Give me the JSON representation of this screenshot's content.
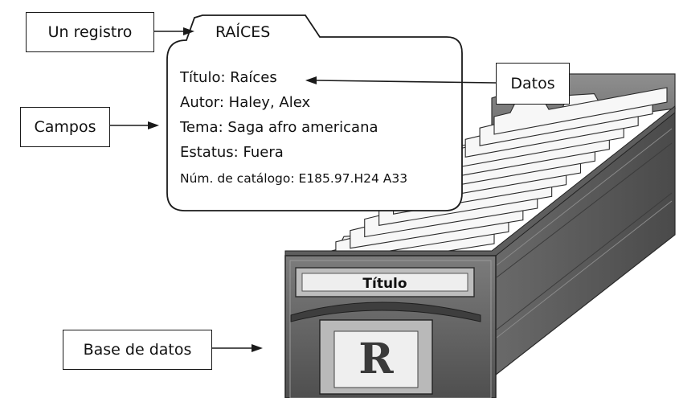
{
  "labels": {
    "record": "Un registro",
    "fields": "Campos",
    "data": "Datos",
    "database": "Base de datos"
  },
  "card": {
    "tab": "RAÍCES",
    "lines": [
      "Título: Raíces",
      "Autor: Haley, Alex",
      "Tema: Saga afro americana",
      "Estatus: Fuera",
      "Núm. de catálogo: E185.97.H24 A33"
    ]
  },
  "drawer": {
    "label": "Título",
    "letter": "R"
  }
}
